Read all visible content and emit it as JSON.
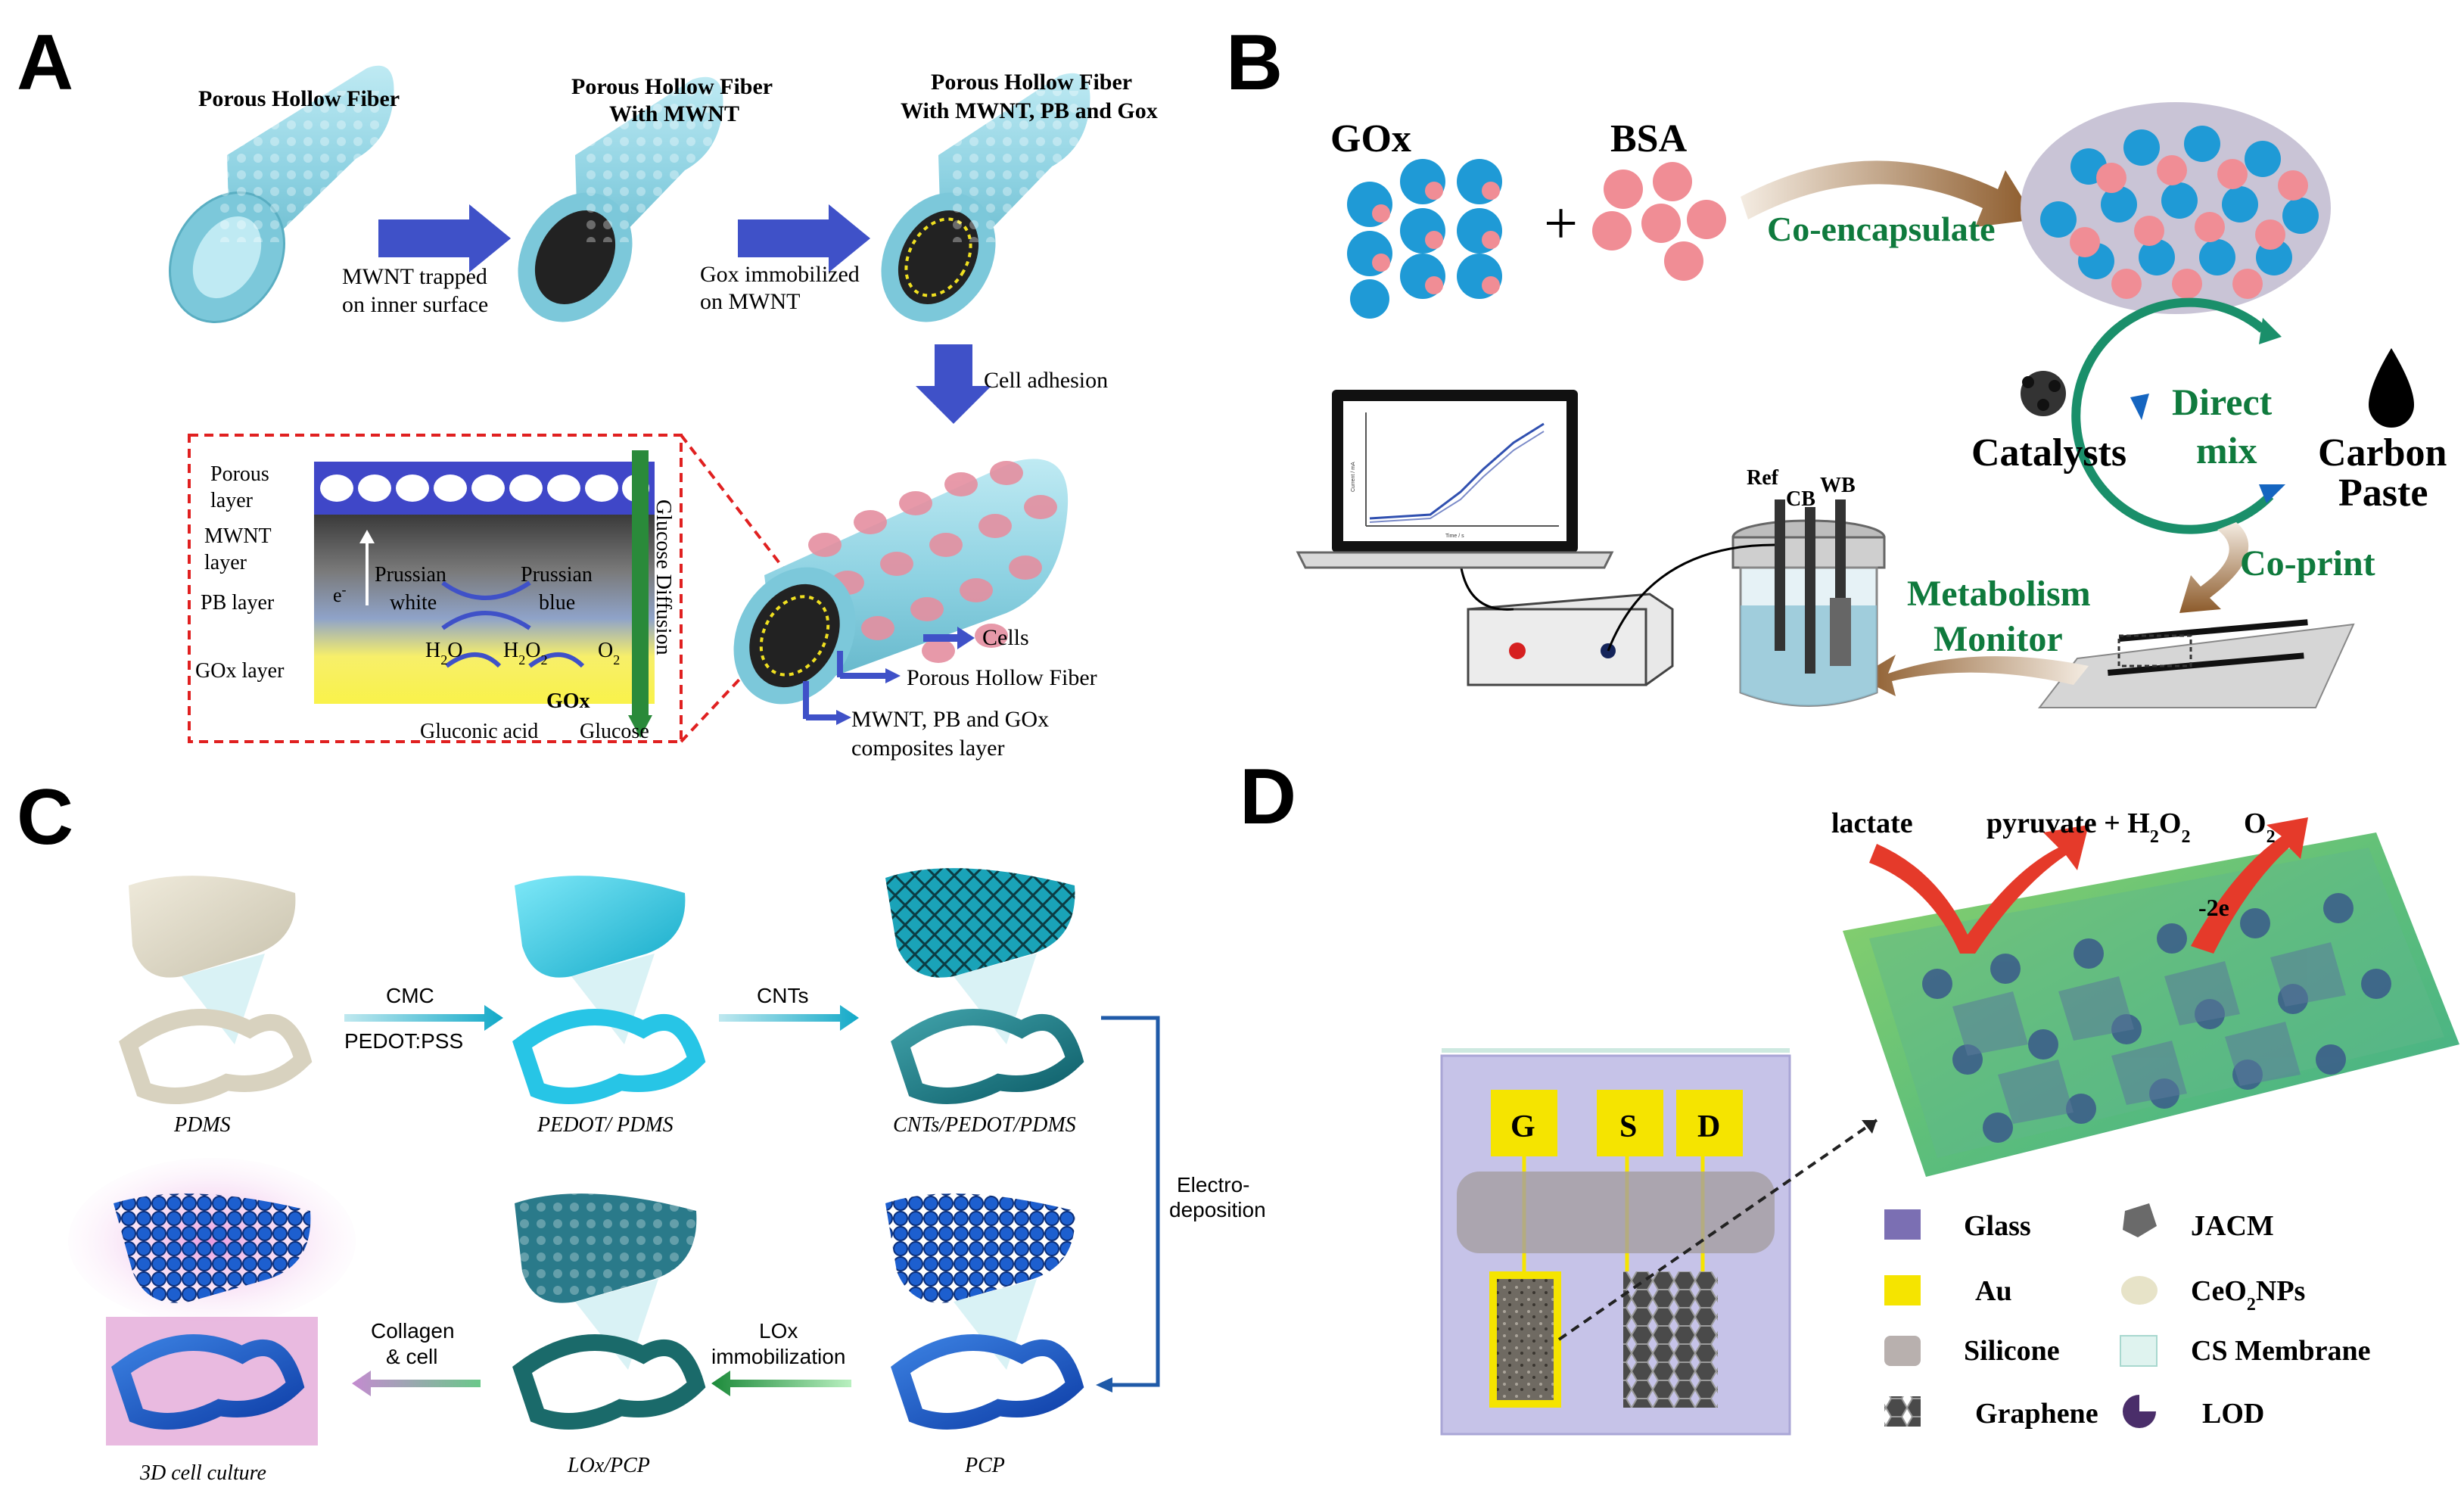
{
  "panels": {
    "a": {
      "letter": "A",
      "fiber1_title": "Porous Hollow Fiber",
      "fiber2_title_l1": "Porous Hollow Fiber",
      "fiber2_title_l2": "With MWNT",
      "fiber3_title_l1": "Porous Hollow Fiber",
      "fiber3_title_l2": "With MWNT, PB and Gox",
      "arrow1_l1": "MWNT  trapped",
      "arrow1_l2": "on inner surface",
      "arrow2_l1": "Gox immobilized",
      "arrow2_l2": "on MWNT",
      "cell_adhesion": "Cell adhesion",
      "layer_porous_l1": "Porous",
      "layer_porous_l2": "layer",
      "layer_mwnt_l1": "MWNT",
      "layer_mwnt_l2": "layer",
      "layer_pb": "PB layer",
      "layer_gox": "GOx layer",
      "electron": "e",
      "electron_sup": "-",
      "prussian_white_l1": "Prussian",
      "prussian_white_l2": "white",
      "prussian_blue_l1": "Prussian",
      "prussian_blue_l2": "blue",
      "h2o": "H",
      "h2o_sub": "2",
      "h2o_tail": "O",
      "h2o2": "H",
      "h2o2_sub1": "2",
      "h2o2_mid": "O",
      "h2o2_sub2": "2",
      "o2": "O",
      "o2_sub": "2",
      "gox": "GOx",
      "gluconic": "Gluconic acid",
      "glucose": "Glucose",
      "glucose_diffusion": "Glucose Diffusion",
      "label_cells": "Cells",
      "label_fiber": "Porous Hollow Fiber",
      "label_composite_l1": "MWNT, PB and GOx",
      "label_composite_l2": "composites layer"
    },
    "b": {
      "letter": "B",
      "gox": "GOx",
      "bsa": "BSA",
      "plus": "+",
      "coencapsulate": "Co-encapsulate",
      "catalysts": "Catalysts",
      "direct": "Direct",
      "mix": "mix",
      "carbon": "Carbon",
      "paste": "Paste",
      "coprint": "Co-print",
      "metabolism": "Metabolism",
      "monitor": "Monitor",
      "ref": "Ref",
      "cb": "CB",
      "wb": "WB",
      "graph_ylabel": "Current / mA",
      "graph_xlabel": "Time / s"
    },
    "c": {
      "letter": "C",
      "pdms": "PDMS",
      "pedot_pdms": "PEDOT/ PDMS",
      "cnts_pedot_pdms": "CNTs/PEDOT/PDMS",
      "step1_l1": "CMC",
      "step1_l2": "PEDOT:PSS",
      "step2": "CNTs",
      "step3_l1": "Electro-",
      "step3_l2": "deposition",
      "pcp": "PCP",
      "step4_l1": "LOx",
      "step4_l2": "immobilization",
      "lox_pcp": "LOx/PCP",
      "step5_l1": "Collagen",
      "step5_l2": "& cell",
      "culture": "3D cell culture"
    },
    "d": {
      "letter": "D",
      "lactate": "lactate",
      "pyruvate": "pyruvate + H",
      "pyruvate_sub1": "2",
      "pyruvate_mid": "O",
      "pyruvate_sub2": "2",
      "o2": "O",
      "o2_sub": "2",
      "minus2e": "-2e",
      "g": "G",
      "s": "S",
      "d": "D",
      "legend": {
        "glass": "Glass",
        "au": "Au",
        "silicone": "Silicone",
        "graphene": "Graphene",
        "jacm": "JACM",
        "ceo2_pre": "CeO",
        "ceo2_sub": "2",
        "ceo2_post": "NPs",
        "cs": "CS Membrane",
        "lod": "LOD"
      }
    }
  },
  "colors": {
    "fiber": "#8fd3e3",
    "arrow_blue": "#3f51c8",
    "green_text": "#0f7a3d",
    "gox_blue": "#1f9ad6",
    "bsa_pink": "#f08d95",
    "brown_arrow": "#9a6a3d",
    "cycle_teal": "#1aa0a0",
    "chip_purple": "#c6c3e8",
    "au_yellow": "#f5e400",
    "film_green": "#6ec36a"
  }
}
